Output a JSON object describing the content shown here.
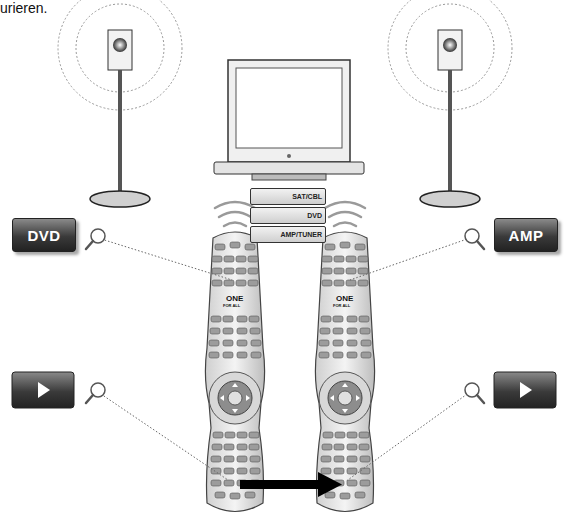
{
  "diagram": {
    "nodes": [
      {
        "text": [
          "SAT/CBL"
        ]
      },
      {
        "text": [
          "DVD"
        ]
      },
      {
        "text": [
          "AMP/TUNER"
        ]
      },
      {
        "text": [
          "DVD"
        ]
      },
      {
        "text": [
          "AMP"
        ]
      }
    ],
    "labels": [
      "urieren.",
      "ONE",
      "FOR ALL",
      "ONE",
      "FOR ALL"
    ]
  }
}
